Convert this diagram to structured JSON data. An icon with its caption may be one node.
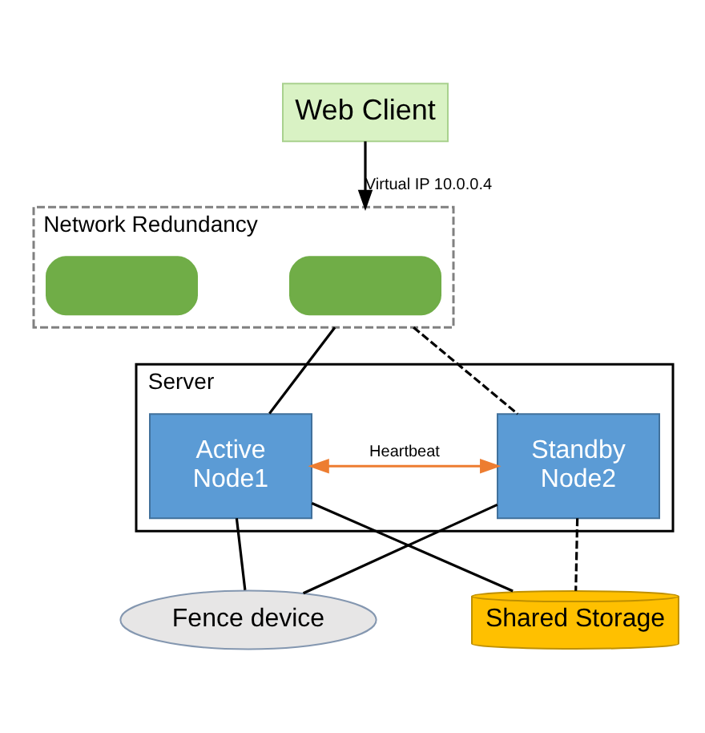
{
  "diagram": {
    "nodes": [
      {
        "text": [
          "Web Client"
        ]
      },
      {
        "text": [
          "Network Redundancy"
        ]
      },
      {
        "text": [],
        "shape": "box",
        "in": 1
      },
      {
        "text": [],
        "shape": "box",
        "in": 1
      },
      {
        "text": [
          "Server"
        ]
      },
      {
        "text": [
          "Active",
          "Node1"
        ],
        "in": 4
      },
      {
        "text": [
          "Standby",
          "Node2"
        ],
        "in": 4
      },
      {
        "text": [
          "Fence device"
        ]
      },
      {
        "text": [
          "Shared Storage"
        ]
      }
    ],
    "edges": [
      {
        "from": 0,
        "to": 1,
        "arrow": "to",
        "label": "Virtual IP 10.0.0.4"
      },
      {
        "from": 1,
        "to": 5,
        "arrow": "none"
      },
      {
        "from": 1,
        "to": 6,
        "arrow": "none",
        "style": "dashed"
      },
      {
        "from": 5,
        "to": 6,
        "arrow": "both",
        "label": "Heartbeat",
        "color": "#ed7d31"
      },
      {
        "from": 5,
        "to": 7,
        "arrow": "none"
      },
      {
        "from": 6,
        "to": 7,
        "arrow": "none"
      },
      {
        "from": 5,
        "to": 8,
        "arrow": "none"
      },
      {
        "from": 6,
        "to": 8,
        "arrow": "none",
        "style": "dashed"
      }
    ]
  }
}
